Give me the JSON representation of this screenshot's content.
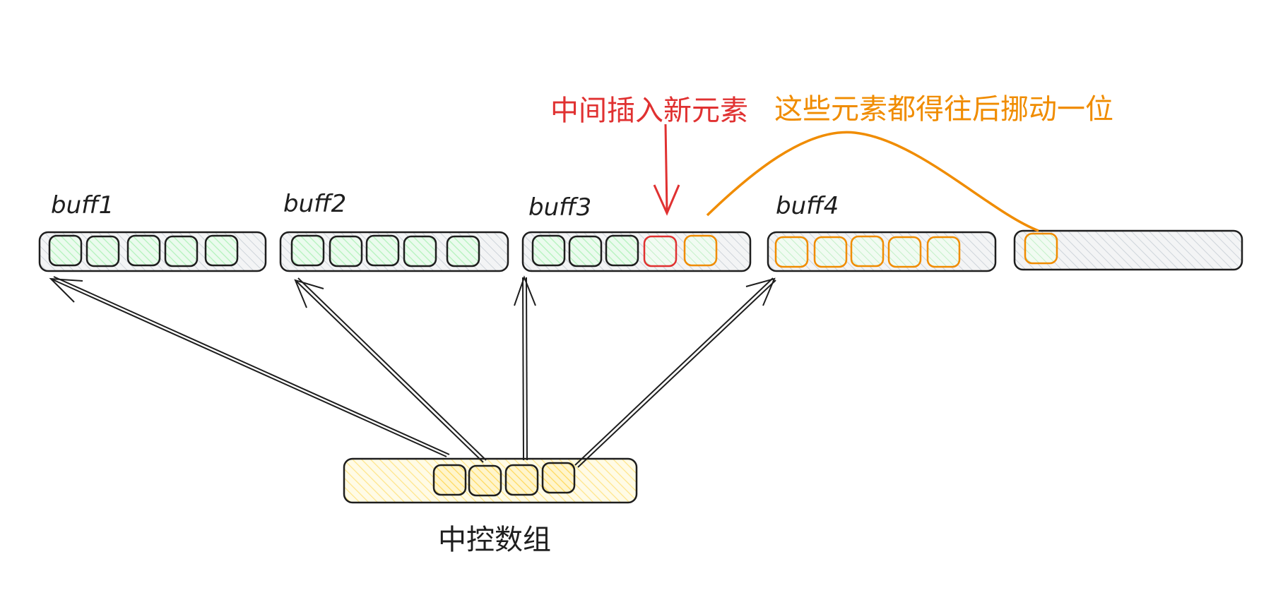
{
  "labels": {
    "buff1": "buff1",
    "buff2": "buff2",
    "buff3": "buff3",
    "buff4": "buff4",
    "insert_note": "中间插入新元素",
    "shift_note": "这些元素都得往后挪动一位",
    "center_array": "中控数组"
  },
  "buffers": [
    {
      "name": "buff1",
      "cells": [
        "green",
        "green",
        "green",
        "green",
        "green"
      ]
    },
    {
      "name": "buff2",
      "cells": [
        "green",
        "green",
        "green",
        "green",
        "green"
      ]
    },
    {
      "name": "buff3",
      "cells": [
        "green",
        "green",
        "green",
        "red",
        "orange"
      ]
    },
    {
      "name": "buff4",
      "cells": [
        "orange",
        "orange",
        "orange",
        "orange",
        "orange"
      ]
    },
    {
      "name": "",
      "cells": [
        "orange"
      ]
    }
  ],
  "center_array": {
    "cells": 4,
    "points_to": [
      "buff1",
      "buff2",
      "buff3",
      "buff4"
    ]
  },
  "colors": {
    "stroke": "#1e1e1e",
    "green_fill": "#b2f2bb",
    "red": "#e03131",
    "orange": "#f08c00",
    "yellow_fill": "#ffec99",
    "grey_fill": "#ced4da"
  }
}
